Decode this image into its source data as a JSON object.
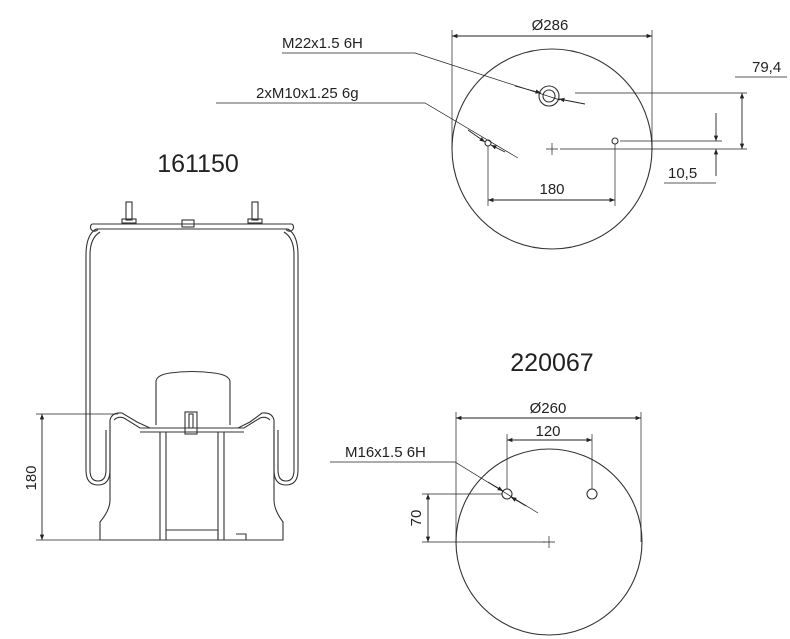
{
  "top_view_161150": {
    "diameter": "Ø286",
    "center_thread": "M22x1.5 6H",
    "stud_thread": "2xM10x1.25 6g",
    "offset_center": "79,4",
    "offset_studs": "10,5",
    "stud_spacing": "180"
  },
  "side_view": {
    "part_number": "161150",
    "piston_height": "180"
  },
  "bottom_view_220067": {
    "part_number": "220067",
    "diameter": "Ø260",
    "hole_spacing": "120",
    "thread": "M16x1.5 6H",
    "offset": "70"
  }
}
